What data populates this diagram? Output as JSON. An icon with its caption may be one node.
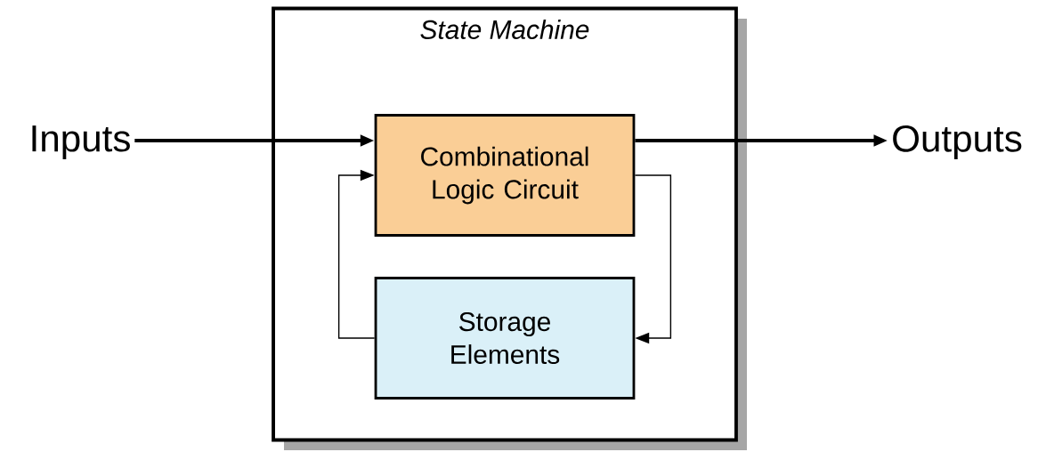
{
  "diagram": {
    "nodes": [
      {
        "text": [
          "State Machine"
        ]
      },
      {
        "text": [
          "Inputs"
        ]
      },
      {
        "text": [
          "Combinational Logic Circuit"
        ],
        "in": 0
      },
      {
        "text": [
          "Storage Elements"
        ],
        "in": 0
      },
      {
        "text": [
          "Outputs"
        ]
      }
    ],
    "edges": [
      {
        "from": 1,
        "to": 2,
        "arrow": "to",
        "style": "thick"
      },
      {
        "from": 2,
        "to": 4,
        "arrow": "to",
        "style": "thick"
      },
      {
        "from": 2,
        "to": 3,
        "arrow": "to"
      },
      {
        "from": 3,
        "to": 2,
        "arrow": "to"
      }
    ]
  }
}
